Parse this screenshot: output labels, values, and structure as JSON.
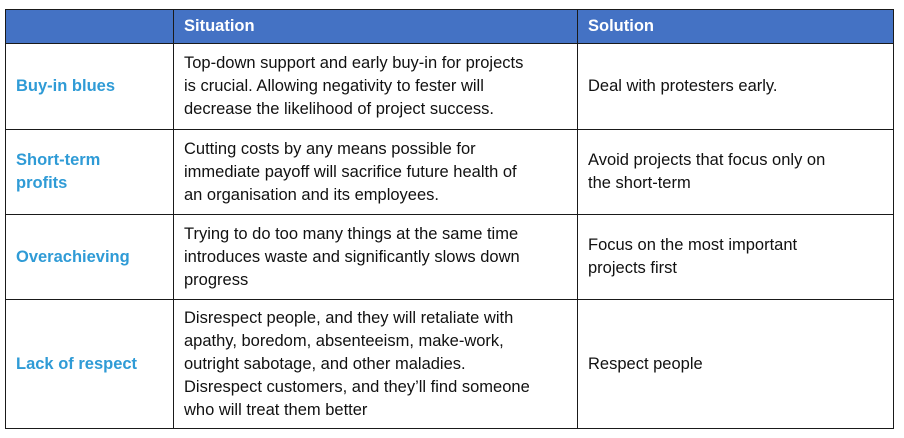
{
  "header": {
    "topic": "",
    "situation": "Situation",
    "solution": "Solution"
  },
  "colors": {
    "header_bg": "#4472c4",
    "header_text": "#ffffff",
    "topic_text": "#2f9bd6",
    "border": "#1a1a1a"
  },
  "rows": [
    {
      "topic": "Buy-in blues",
      "situation": [
        "Top-down support and early buy-in for projects",
        "is crucial. Allowing negativity to fester will",
        "decrease the likelihood of project success."
      ],
      "solution": [
        "Deal with protesters early."
      ]
    },
    {
      "topic": [
        "Short-term",
        "profits"
      ],
      "situation": [
        "Cutting costs by any means possible for",
        "immediate payoff will sacrifice future health of",
        "an organisation and its employees."
      ],
      "solution": [
        "Avoid projects that focus only on",
        "the short-term"
      ]
    },
    {
      "topic": "Overachieving",
      "situation": [
        "Trying to do too many things at the same time",
        "introduces waste and significantly slows down",
        "progress"
      ],
      "solution": [
        "Focus on the most important",
        "projects first"
      ]
    },
    {
      "topic": "Lack of respect",
      "situation": [
        "Disrespect people, and they will retaliate with",
        "apathy, boredom, absenteeism, make-work,",
        "outright sabotage, and other maladies.",
        "Disrespect customers, and they’ll find someone",
        "who will treat them better"
      ],
      "solution": [
        "Respect people"
      ]
    }
  ]
}
